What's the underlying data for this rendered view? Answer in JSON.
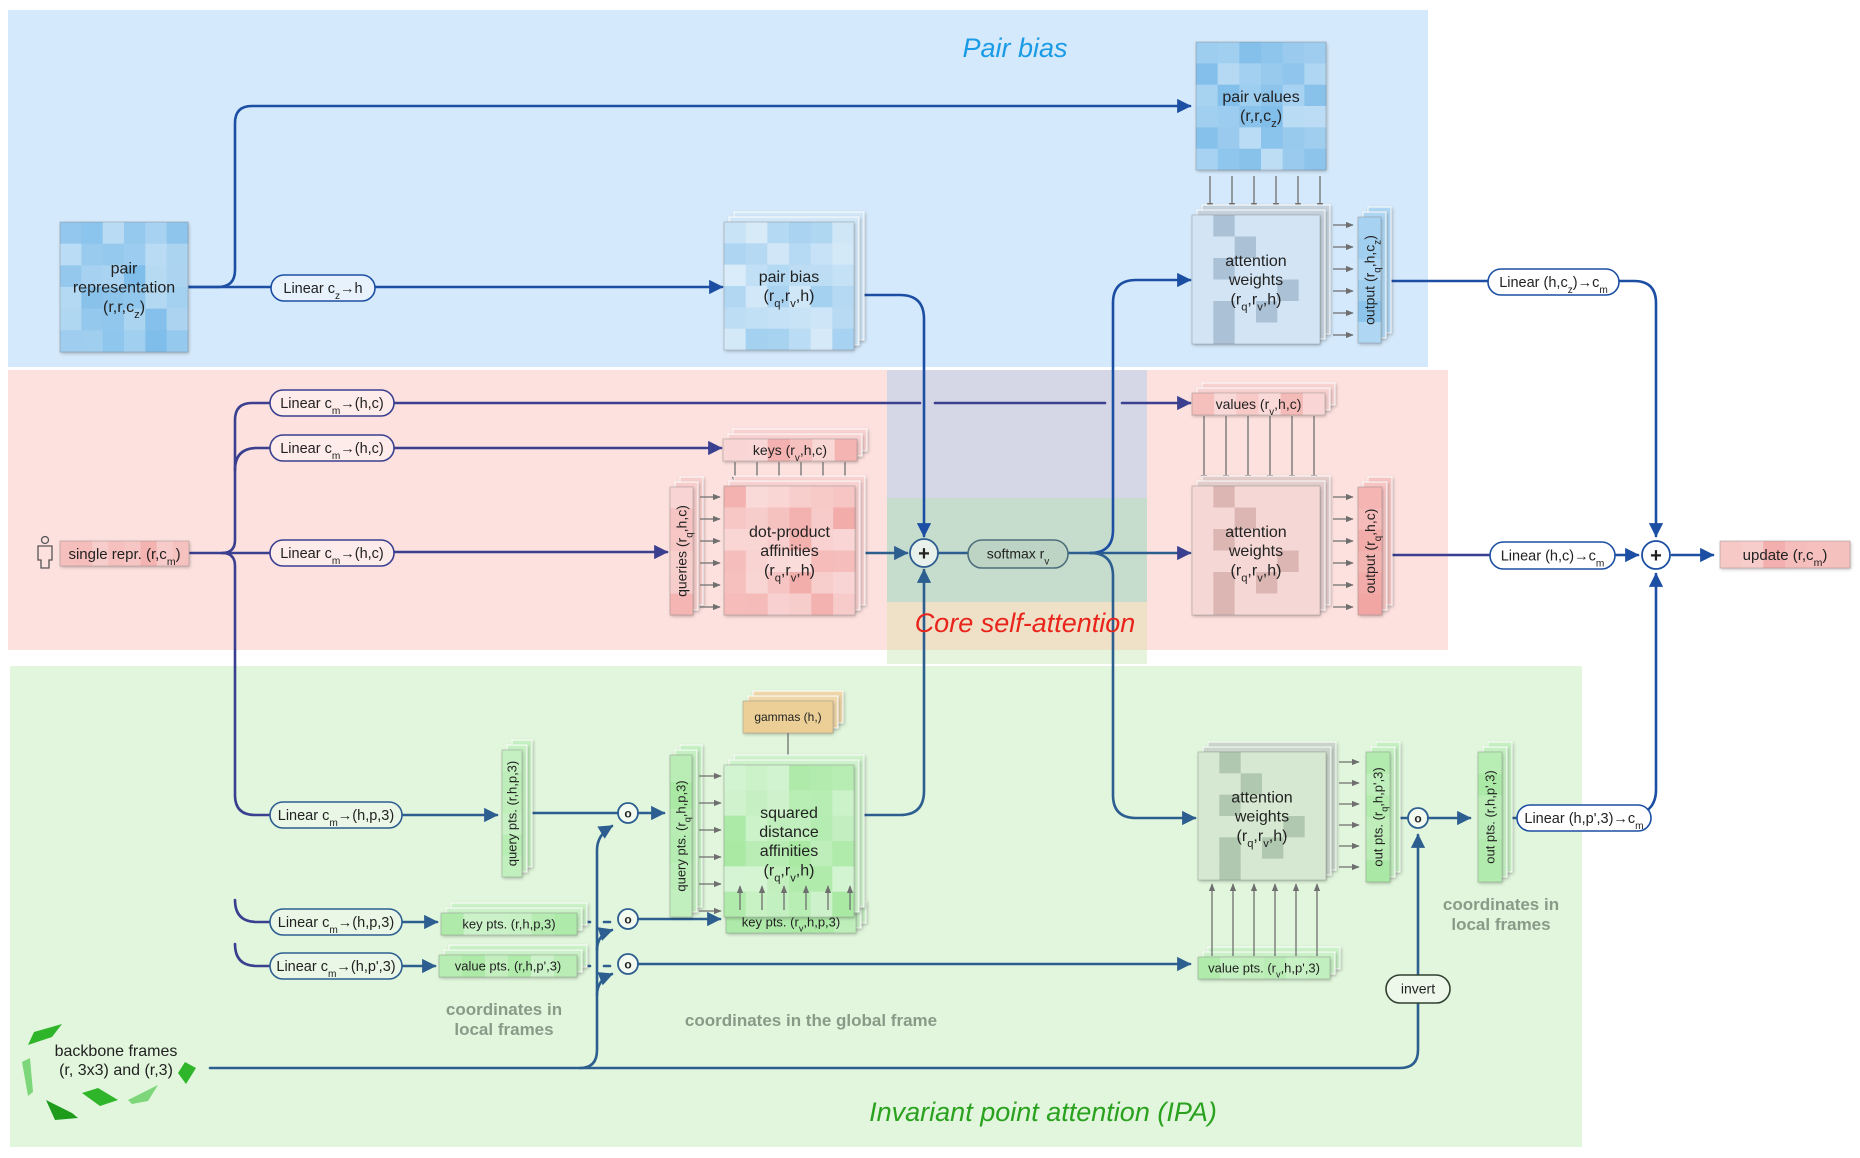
{
  "regions": {
    "pair_bias": {
      "title": "Pair bias",
      "color": "#d4e9fb",
      "title_color": "#1a9be6"
    },
    "core": {
      "title": "Core self-attention",
      "title_color": "#e8241b"
    },
    "ipa": {
      "title": "Invariant point attention (IPA)",
      "color": "#e1f6dc",
      "title_color": "#2aa11f"
    },
    "single": {
      "color": "#fde1de"
    }
  },
  "colors": {
    "pair_flow": "#1c4fa3",
    "single_flow": "#3a3f8f",
    "ipa_flow": "#2d5e90",
    "blue_tensor": "#8cc4ec",
    "red_tensor": "#f1a5a2",
    "green_tensor": "#a6e8a1",
    "gamma_tensor": "#e6c27c"
  },
  "pair": {
    "representation": "pair\nrepresentation\n(r,r,c_{z})",
    "linear": "Linear c_{z}→h",
    "bias": "pair bias\n(r_{q},r_{v},h)",
    "values": "pair values\n(r,r,c_{z})",
    "attention": "attention\nweights\n(r_{q},r_{v},h)",
    "output": "output (r_{q},h,c_{z})",
    "linear_out": "Linear (h,c_{z})→c_{m}"
  },
  "single": {
    "input": "single repr. (r,c_{m})",
    "input_icon": "person-icon",
    "linear_values": "Linear c_{m}→(h,c)",
    "linear_keys": "Linear c_{m}→(h,c)",
    "linear_queries": "Linear c_{m}→(h,c)",
    "keys": "keys (r_{v},h,c)",
    "queries": "queries (r_{q},h,c)",
    "affinities": "dot-product\naffinities\n(r_{q},r_{v},h)",
    "values": "values (r_{v},h,c)",
    "attention": "attention\nweights\n(r_{q},r_{v},h)",
    "output": "output (r_{q},h,c)",
    "linear_out": "Linear (h,c)→c_{m}"
  },
  "core": {
    "add_symbol": "+",
    "softmax": "softmax r_{v}"
  },
  "ipa": {
    "linear_query": "Linear c_{m}→(h,p,3)",
    "linear_key": "Linear c_{m}→(h,p,3)",
    "linear_value": "Linear c_{m}→(h,p',3)",
    "query_pts_local": "query pts. (r,h,p,3)",
    "key_pts_local": "key pts. (r,h,p,3)",
    "value_pts_local": "value pts. (r,h,p',3)",
    "local_caption": "coordinates in\nlocal frames",
    "apply_symbol": "o",
    "query_pts_global": "query pts. (r_{q},h,p,3)",
    "key_pts_global": "key pts. (r_{v},h,p,3)",
    "value_pts_global": "value pts. (r_{v},h,p',3)",
    "gammas": "gammas (h,)",
    "distances": "squared\ndistance\naffinities\n(r_{q},r_{v},h)",
    "global_caption": "coordinates in the global frame",
    "attention": "attention\nweights\n(r_{q},r_{v},h)",
    "out_pts_global": "out pts. (r_{q},h,p',3)",
    "out_pts_local": "out pts. (r,h,p',3)",
    "local_caption_out": "coordinates in\nlocal frames",
    "invert": "invert",
    "linear_out": "Linear (h,p',3)→c_{m}",
    "backbone": "backbone frames\n(r, 3x3) and (r,3)"
  },
  "output": {
    "add_symbol": "+",
    "update": "update (r,c_{m})"
  }
}
